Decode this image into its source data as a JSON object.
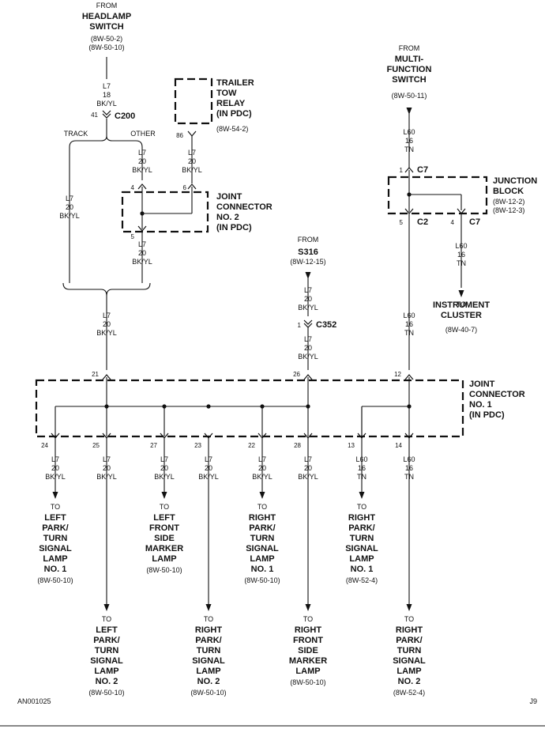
{
  "source_top": {
    "from": "FROM",
    "name": [
      "HEADLAMP",
      "SWITCH"
    ],
    "refs": [
      "(8W-50-2)",
      "(8W-50-10)"
    ],
    "wire": [
      "L7",
      "18",
      "BK/YL"
    ],
    "pin": "41",
    "connector": "C200",
    "branch_track": "TRACK",
    "branch_other": "OTHER"
  },
  "trailer_relay": {
    "name": [
      "TRAILER",
      "TOW",
      "RELAY",
      "(IN PDC)"
    ],
    "ref": "(8W-54-2)",
    "pin": "86"
  },
  "track_wire": [
    "L7",
    "20",
    "BK/YL"
  ],
  "other_wire": [
    "L7",
    "20",
    "BK/YL"
  ],
  "relay_wire": [
    "L7",
    "20",
    "BK/YL"
  ],
  "jc2": {
    "name": [
      "JOINT",
      "CONNECTOR",
      "NO. 2",
      "(IN PDC)"
    ],
    "pin_in_left": "4",
    "pin_in_right": "6",
    "pin_out": "5",
    "out_wire": [
      "L7",
      "20",
      "BK/YL"
    ]
  },
  "merged_wire": [
    "L7",
    "20",
    "BK/YL"
  ],
  "s316": {
    "from": "FROM",
    "name": "S316",
    "ref": "(8W-12-15)",
    "wire_top": [
      "L7",
      "20",
      "BK/YL"
    ],
    "pin": "1",
    "connector": "C352",
    "wire_bottom": [
      "L7",
      "20",
      "BK/YL"
    ]
  },
  "mfs": {
    "from": "FROM",
    "name": [
      "MULTI-",
      "FUNCTION",
      "SWITCH"
    ],
    "ref": "(8W-50-11)",
    "wire": [
      "L60",
      "16",
      "TN"
    ]
  },
  "junction_block": {
    "name": [
      "JUNCTION",
      "BLOCK"
    ],
    "refs": [
      "(8W-12-2)",
      "(8W-12-3)"
    ],
    "pin_in": "1",
    "conn_in": "C7",
    "pin_out_left": "5",
    "conn_out_left": "C2",
    "pin_out_right": "4",
    "conn_out_right": "C7",
    "right_wire": [
      "L60",
      "16",
      "TN"
    ],
    "down_wire": [
      "L60",
      "16",
      "TN"
    ]
  },
  "cluster": {
    "to": "TO",
    "name": [
      "INSTRUMENT",
      "CLUSTER"
    ],
    "ref": "(8W-40-7)"
  },
  "jc1": {
    "name": [
      "JOINT",
      "CONNECTOR",
      "NO. 1",
      "(IN PDC)"
    ],
    "pins_in": [
      "21",
      "26",
      "12"
    ]
  },
  "outputs": [
    {
      "pin": "24",
      "wire": [
        "L7",
        "20",
        "BK/YL"
      ],
      "to": "TO",
      "name": [
        "LEFT",
        "PARK/",
        "TURN",
        "SIGNAL",
        "LAMP",
        "NO. 1"
      ],
      "ref": "(8W-50-10)"
    },
    {
      "pin": "25",
      "wire": [
        "L7",
        "20",
        "BK/YL"
      ],
      "to": "TO",
      "name": [
        "LEFT",
        "PARK/",
        "TURN",
        "SIGNAL",
        "LAMP",
        "NO. 2"
      ],
      "ref": "(8W-50-10)"
    },
    {
      "pin": "27",
      "wire": [
        "L7",
        "20",
        "BK/YL"
      ],
      "to": "TO",
      "name": [
        "LEFT",
        "FRONT",
        "SIDE",
        "MARKER",
        "LAMP"
      ],
      "ref": "(8W-50-10)"
    },
    {
      "pin": "23",
      "wire": [
        "L7",
        "20",
        "BK/YL"
      ],
      "to": "TO",
      "name": [
        "RIGHT",
        "PARK/",
        "TURN",
        "SIGNAL",
        "LAMP",
        "NO. 2"
      ],
      "ref": "(8W-50-10)"
    },
    {
      "pin": "22",
      "wire": [
        "L7",
        "20",
        "BK/YL"
      ],
      "to": "TO",
      "name": [
        "RIGHT",
        "PARK/",
        "TURN",
        "SIGNAL",
        "LAMP",
        "NO. 1"
      ],
      "ref": "(8W-50-10)"
    },
    {
      "pin": "28",
      "wire": [
        "L7",
        "20",
        "BK/YL"
      ],
      "to": "TO",
      "name": [
        "RIGHT",
        "FRONT",
        "SIDE",
        "MARKER",
        "LAMP"
      ],
      "ref": "(8W-50-10)"
    },
    {
      "pin": "13",
      "wire": [
        "L60",
        "16",
        "TN"
      ],
      "to": "TO",
      "name": [
        "RIGHT",
        "PARK/",
        "TURN",
        "SIGNAL",
        "LAMP",
        "NO. 1"
      ],
      "ref": "(8W-52-4)"
    },
    {
      "pin": "14",
      "wire": [
        "L60",
        "16",
        "TN"
      ],
      "to": "TO",
      "name": [
        "RIGHT",
        "PARK/",
        "TURN",
        "SIGNAL",
        "LAMP",
        "NO. 2"
      ],
      "ref": "(8W-52-4)"
    }
  ],
  "footer": {
    "code_left": "AN001025",
    "code_right": "J9"
  }
}
